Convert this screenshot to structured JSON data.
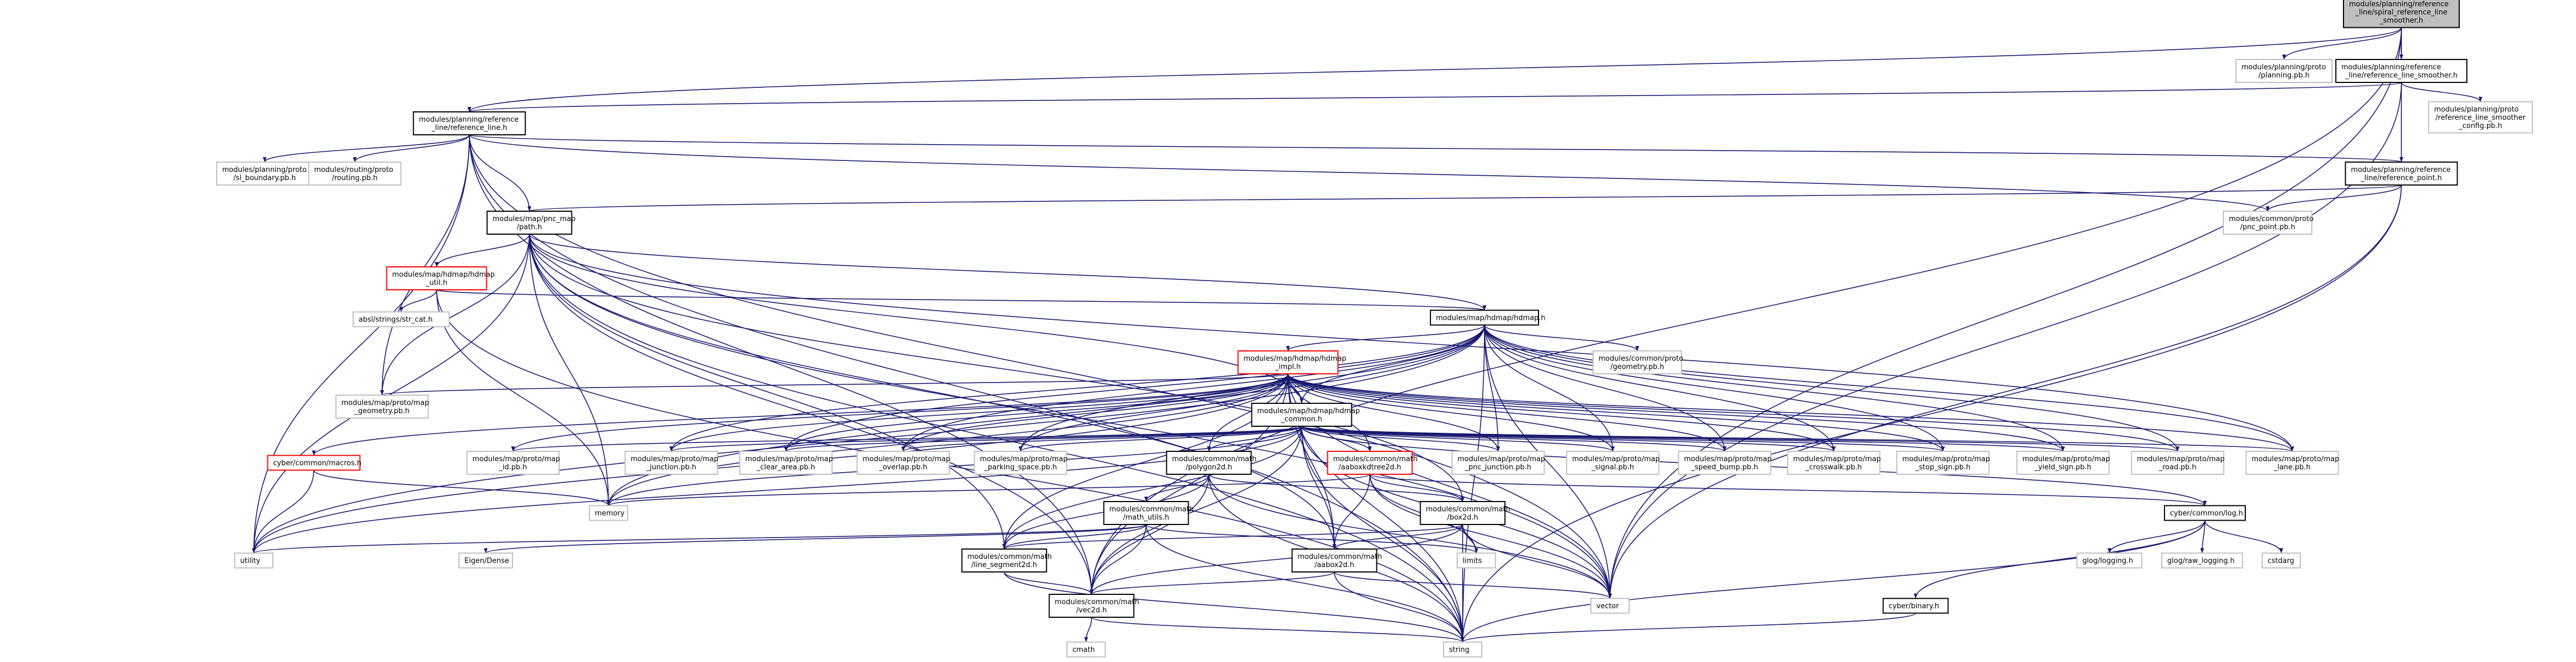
{
  "colors": {
    "edge": "#191970",
    "box_solid": "#000000",
    "box_missing": "#bfbfbf",
    "box_truncated": "#ff0000",
    "root_fill": "#bfbfbf",
    "text": "#000000"
  },
  "nodes": [
    {
      "id": "root",
      "lines": [
        "modules/planning/reference",
        "_line/spiral_reference_line",
        "_smoother.h"
      ],
      "style": "root"
    },
    {
      "id": "planning_pb",
      "lines": [
        "modules/planning/proto",
        "/planning.pb.h"
      ],
      "style": "missing"
    },
    {
      "id": "rls_h",
      "lines": [
        "modules/planning/reference",
        "_line/reference_line_smoother.h"
      ],
      "style": "solid"
    },
    {
      "id": "rls_cfg",
      "lines": [
        "modules/planning/proto",
        "/reference_line_smoother",
        "_config.pb.h"
      ],
      "style": "missing"
    },
    {
      "id": "rl_h",
      "lines": [
        "modules/planning/reference",
        "_line/reference_line.h"
      ],
      "style": "solid"
    },
    {
      "id": "sl_boundary",
      "lines": [
        "modules/planning/proto",
        "/sl_boundary.pb.h"
      ],
      "style": "missing"
    },
    {
      "id": "routing_pb",
      "lines": [
        "modules/routing/proto",
        "/routing.pb.h"
      ],
      "style": "missing"
    },
    {
      "id": "rp_h",
      "lines": [
        "modules/planning/reference",
        "_line/reference_point.h"
      ],
      "style": "solid"
    },
    {
      "id": "pnc_point",
      "lines": [
        "modules/common/proto",
        "/pnc_point.pb.h"
      ],
      "style": "missing"
    },
    {
      "id": "path_h",
      "lines": [
        "modules/map/pnc_map",
        "/path.h"
      ],
      "style": "solid"
    },
    {
      "id": "hdmap_util",
      "lines": [
        "modules/map/hdmap/hdmap",
        "_util.h"
      ],
      "style": "truncated"
    },
    {
      "id": "str_cat",
      "lines": [
        "absl/strings/str_cat.h"
      ],
      "style": "missing"
    },
    {
      "id": "hdmap_h",
      "lines": [
        "modules/map/hdmap/hdmap.h"
      ],
      "style": "solid"
    },
    {
      "id": "geometry_common",
      "lines": [
        "modules/common/proto",
        "/geometry.pb.h"
      ],
      "style": "missing"
    },
    {
      "id": "hdmap_impl",
      "lines": [
        "modules/map/hdmap/hdmap",
        "_impl.h"
      ],
      "style": "truncated"
    },
    {
      "id": "map_geometry",
      "lines": [
        "modules/map/proto/map",
        "_geometry.pb.h"
      ],
      "style": "missing"
    },
    {
      "id": "hdmap_common",
      "lines": [
        "modules/map/hdmap/hdmap",
        "_common.h"
      ],
      "style": "solid"
    },
    {
      "id": "macros",
      "lines": [
        "cyber/common/macros.h"
      ],
      "style": "truncated"
    },
    {
      "id": "map_id",
      "lines": [
        "modules/map/proto/map",
        "_id.pb.h"
      ],
      "style": "missing"
    },
    {
      "id": "map_junction",
      "lines": [
        "modules/map/proto/map",
        "_junction.pb.h"
      ],
      "style": "missing"
    },
    {
      "id": "map_clear_area",
      "lines": [
        "modules/map/proto/map",
        "_clear_area.pb.h"
      ],
      "style": "missing"
    },
    {
      "id": "map_overlap",
      "lines": [
        "modules/map/proto/map",
        "_overlap.pb.h"
      ],
      "style": "missing"
    },
    {
      "id": "map_parking",
      "lines": [
        "modules/map/proto/map",
        "_parking_space.pb.h"
      ],
      "style": "missing"
    },
    {
      "id": "polygon2d",
      "lines": [
        "modules/common/math",
        "/polygon2d.h"
      ],
      "style": "solid"
    },
    {
      "id": "aaboxkdtree2d",
      "lines": [
        "modules/common/math",
        "/aaboxkdtree2d.h"
      ],
      "style": "truncated"
    },
    {
      "id": "map_pnc_junction",
      "lines": [
        "modules/map/proto/map",
        "_pnc_junction.pb.h"
      ],
      "style": "missing"
    },
    {
      "id": "map_signal",
      "lines": [
        "modules/map/proto/map",
        "_signal.pb.h"
      ],
      "style": "missing"
    },
    {
      "id": "map_speed_bump",
      "lines": [
        "modules/map/proto/map",
        "_speed_bump.pb.h"
      ],
      "style": "missing"
    },
    {
      "id": "map_crosswalk",
      "lines": [
        "modules/map/proto/map",
        "_crosswalk.pb.h"
      ],
      "style": "missing"
    },
    {
      "id": "map_stop_sign",
      "lines": [
        "modules/map/proto/map",
        "_stop_sign.pb.h"
      ],
      "style": "missing"
    },
    {
      "id": "map_yield_sign",
      "lines": [
        "modules/map/proto/map",
        "_yield_sign.pb.h"
      ],
      "style": "missing"
    },
    {
      "id": "map_road",
      "lines": [
        "modules/map/proto/map",
        "_road.pb.h"
      ],
      "style": "missing"
    },
    {
      "id": "map_lane",
      "lines": [
        "modules/map/proto/map",
        "_lane.pb.h"
      ],
      "style": "missing"
    },
    {
      "id": "memory",
      "lines": [
        "memory"
      ],
      "style": "missing"
    },
    {
      "id": "math_utils",
      "lines": [
        "modules/common/math",
        "/math_utils.h"
      ],
      "style": "solid"
    },
    {
      "id": "box2d",
      "lines": [
        "modules/common/math",
        "/box2d.h"
      ],
      "style": "solid"
    },
    {
      "id": "log_h",
      "lines": [
        "cyber/common/log.h"
      ],
      "style": "solid"
    },
    {
      "id": "utility",
      "lines": [
        "utility"
      ],
      "style": "missing"
    },
    {
      "id": "eigen",
      "lines": [
        "Eigen/Dense"
      ],
      "style": "missing"
    },
    {
      "id": "line_segment2d",
      "lines": [
        "modules/common/math",
        "/line_segment2d.h"
      ],
      "style": "solid"
    },
    {
      "id": "aabox2d",
      "lines": [
        "modules/common/math",
        "/aabox2d.h"
      ],
      "style": "solid"
    },
    {
      "id": "limits",
      "lines": [
        "limits"
      ],
      "style": "missing"
    },
    {
      "id": "glog_logging",
      "lines": [
        "glog/logging.h"
      ],
      "style": "missing"
    },
    {
      "id": "glog_raw",
      "lines": [
        "glog/raw_logging.h"
      ],
      "style": "missing"
    },
    {
      "id": "cstdarg",
      "lines": [
        "cstdarg"
      ],
      "style": "missing"
    },
    {
      "id": "vector",
      "lines": [
        "vector"
      ],
      "style": "missing"
    },
    {
      "id": "vec2d",
      "lines": [
        "modules/common/math",
        "/vec2d.h"
      ],
      "style": "solid"
    },
    {
      "id": "binary_h",
      "lines": [
        "cyber/binary.h"
      ],
      "style": "solid"
    },
    {
      "id": "cmath",
      "lines": [
        "cmath"
      ],
      "style": "missing"
    },
    {
      "id": "string",
      "lines": [
        "string"
      ],
      "style": "missing"
    }
  ],
  "edges": [
    [
      "root",
      "planning_pb"
    ],
    [
      "root",
      "rls_h"
    ],
    [
      "root",
      "rl_h"
    ],
    [
      "root",
      "rp_h"
    ],
    [
      "root",
      "vector"
    ],
    [
      "root",
      "vec2d"
    ],
    [
      "rls_h",
      "rls_cfg"
    ],
    [
      "rls_h",
      "rl_h"
    ],
    [
      "rls_h",
      "vector"
    ],
    [
      "rl_h",
      "sl_boundary"
    ],
    [
      "rl_h",
      "routing_pb"
    ],
    [
      "rl_h",
      "rp_h"
    ],
    [
      "rl_h",
      "path_h"
    ],
    [
      "rl_h",
      "map_geometry"
    ],
    [
      "rl_h",
      "utility"
    ],
    [
      "rl_h",
      "string"
    ],
    [
      "rl_h",
      "vector"
    ],
    [
      "rl_h",
      "vec2d"
    ],
    [
      "rl_h",
      "pnc_point"
    ],
    [
      "rp_h",
      "pnc_point"
    ],
    [
      "rp_h",
      "path_h"
    ],
    [
      "rp_h",
      "vector"
    ],
    [
      "rp_h",
      "string"
    ],
    [
      "path_h",
      "hdmap_util"
    ],
    [
      "path_h",
      "hdmap_h"
    ],
    [
      "path_h",
      "hdmap_common"
    ],
    [
      "path_h",
      "map_lane"
    ],
    [
      "path_h",
      "map_geometry"
    ],
    [
      "path_h",
      "box2d"
    ],
    [
      "path_h",
      "vec2d"
    ],
    [
      "path_h",
      "utility"
    ],
    [
      "path_h",
      "string"
    ],
    [
      "path_h",
      "vector"
    ],
    [
      "path_h",
      "memory"
    ],
    [
      "path_h",
      "line_segment2d"
    ],
    [
      "path_h",
      "aabox2d"
    ],
    [
      "hdmap_util",
      "str_cat"
    ],
    [
      "hdmap_util",
      "hdmap_h"
    ],
    [
      "hdmap_util",
      "memory"
    ],
    [
      "hdmap_util",
      "string"
    ],
    [
      "hdmap_h",
      "geometry_common"
    ],
    [
      "hdmap_h",
      "hdmap_impl"
    ],
    [
      "hdmap_h",
      "hdmap_common"
    ],
    [
      "hdmap_h",
      "map_clear_area"
    ],
    [
      "hdmap_h",
      "map_crosswalk"
    ],
    [
      "hdmap_h",
      "map_junction"
    ],
    [
      "hdmap_h",
      "map_lane"
    ],
    [
      "hdmap_h",
      "map_overlap"
    ],
    [
      "hdmap_h",
      "map_signal"
    ],
    [
      "hdmap_h",
      "map_speed_bump"
    ],
    [
      "hdmap_h",
      "map_stop_sign"
    ],
    [
      "hdmap_h",
      "map_road"
    ],
    [
      "hdmap_h",
      "map_parking"
    ],
    [
      "hdmap_h",
      "map_yield_sign"
    ],
    [
      "hdmap_h",
      "map_pnc_junction"
    ],
    [
      "hdmap_h",
      "memory"
    ],
    [
      "hdmap_h",
      "string"
    ],
    [
      "hdmap_h",
      "vector"
    ],
    [
      "hdmap_h",
      "utility"
    ],
    [
      "hdmap_impl",
      "hdmap_common"
    ],
    [
      "hdmap_impl",
      "macros"
    ],
    [
      "hdmap_impl",
      "map_geometry"
    ],
    [
      "hdmap_impl",
      "map_id"
    ],
    [
      "hdmap_impl",
      "map_junction"
    ],
    [
      "hdmap_impl",
      "map_clear_area"
    ],
    [
      "hdmap_impl",
      "map_overlap"
    ],
    [
      "hdmap_impl",
      "map_parking"
    ],
    [
      "hdmap_impl",
      "map_pnc_junction"
    ],
    [
      "hdmap_impl",
      "map_signal"
    ],
    [
      "hdmap_impl",
      "map_speed_bump"
    ],
    [
      "hdmap_impl",
      "map_crosswalk"
    ],
    [
      "hdmap_impl",
      "map_stop_sign"
    ],
    [
      "hdmap_impl",
      "map_yield_sign"
    ],
    [
      "hdmap_impl",
      "map_road"
    ],
    [
      "hdmap_impl",
      "map_lane"
    ],
    [
      "hdmap_impl",
      "aaboxkdtree2d"
    ],
    [
      "hdmap_impl",
      "polygon2d"
    ],
    [
      "hdmap_impl",
      "vec2d"
    ],
    [
      "hdmap_impl",
      "memory"
    ],
    [
      "hdmap_impl",
      "string"
    ],
    [
      "hdmap_impl",
      "vector"
    ],
    [
      "hdmap_impl",
      "utility"
    ],
    [
      "hdmap_impl",
      "line_segment2d"
    ],
    [
      "hdmap_impl",
      "aabox2d"
    ],
    [
      "hdmap_common",
      "map_id"
    ],
    [
      "hdmap_common",
      "map_junction"
    ],
    [
      "hdmap_common",
      "map_clear_area"
    ],
    [
      "hdmap_common",
      "map_overlap"
    ],
    [
      "hdmap_common",
      "map_parking"
    ],
    [
      "hdmap_common",
      "polygon2d"
    ],
    [
      "hdmap_common",
      "aaboxkdtree2d"
    ],
    [
      "hdmap_common",
      "map_pnc_junction"
    ],
    [
      "hdmap_common",
      "map_signal"
    ],
    [
      "hdmap_common",
      "map_speed_bump"
    ],
    [
      "hdmap_common",
      "map_crosswalk"
    ],
    [
      "hdmap_common",
      "map_stop_sign"
    ],
    [
      "hdmap_common",
      "map_yield_sign"
    ],
    [
      "hdmap_common",
      "map_road"
    ],
    [
      "hdmap_common",
      "map_lane"
    ],
    [
      "hdmap_common",
      "memory"
    ],
    [
      "hdmap_common",
      "utility"
    ],
    [
      "hdmap_common",
      "vector"
    ],
    [
      "hdmap_common",
      "string"
    ],
    [
      "hdmap_common",
      "log_h"
    ],
    [
      "hdmap_common",
      "vec2d"
    ],
    [
      "hdmap_common",
      "aabox2d"
    ],
    [
      "hdmap_common",
      "line_segment2d"
    ],
    [
      "macros",
      "memory"
    ],
    [
      "macros",
      "utility"
    ],
    [
      "polygon2d",
      "math_utils"
    ],
    [
      "polygon2d",
      "box2d"
    ],
    [
      "polygon2d",
      "line_segment2d"
    ],
    [
      "polygon2d",
      "vec2d"
    ],
    [
      "polygon2d",
      "string"
    ],
    [
      "polygon2d",
      "vector"
    ],
    [
      "aaboxkdtree2d",
      "memory"
    ],
    [
      "aaboxkdtree2d",
      "aabox2d"
    ],
    [
      "aaboxkdtree2d",
      "box2d"
    ],
    [
      "aaboxkdtree2d",
      "limits"
    ],
    [
      "aaboxkdtree2d",
      "vector"
    ],
    [
      "aaboxkdtree2d",
      "log_h"
    ],
    [
      "math_utils",
      "utility"
    ],
    [
      "math_utils",
      "eigen"
    ],
    [
      "math_utils",
      "limits"
    ],
    [
      "math_utils",
      "vec2d"
    ],
    [
      "math_utils",
      "string"
    ],
    [
      "math_utils",
      "line_segment2d"
    ],
    [
      "box2d",
      "limits"
    ],
    [
      "box2d",
      "aabox2d"
    ],
    [
      "box2d",
      "vector"
    ],
    [
      "box2d",
      "vec2d"
    ],
    [
      "box2d",
      "line_segment2d"
    ],
    [
      "box2d",
      "string"
    ],
    [
      "log_h",
      "glog_logging"
    ],
    [
      "log_h",
      "glog_raw"
    ],
    [
      "log_h",
      "cstdarg"
    ],
    [
      "log_h",
      "binary_h"
    ],
    [
      "log_h",
      "string"
    ],
    [
      "line_segment2d",
      "vec2d"
    ],
    [
      "line_segment2d",
      "string"
    ],
    [
      "aabox2d",
      "vec2d"
    ],
    [
      "aabox2d",
      "string"
    ],
    [
      "aabox2d",
      "vector"
    ],
    [
      "vec2d",
      "cmath"
    ],
    [
      "vec2d",
      "string"
    ],
    [
      "binary_h",
      "string"
    ]
  ]
}
